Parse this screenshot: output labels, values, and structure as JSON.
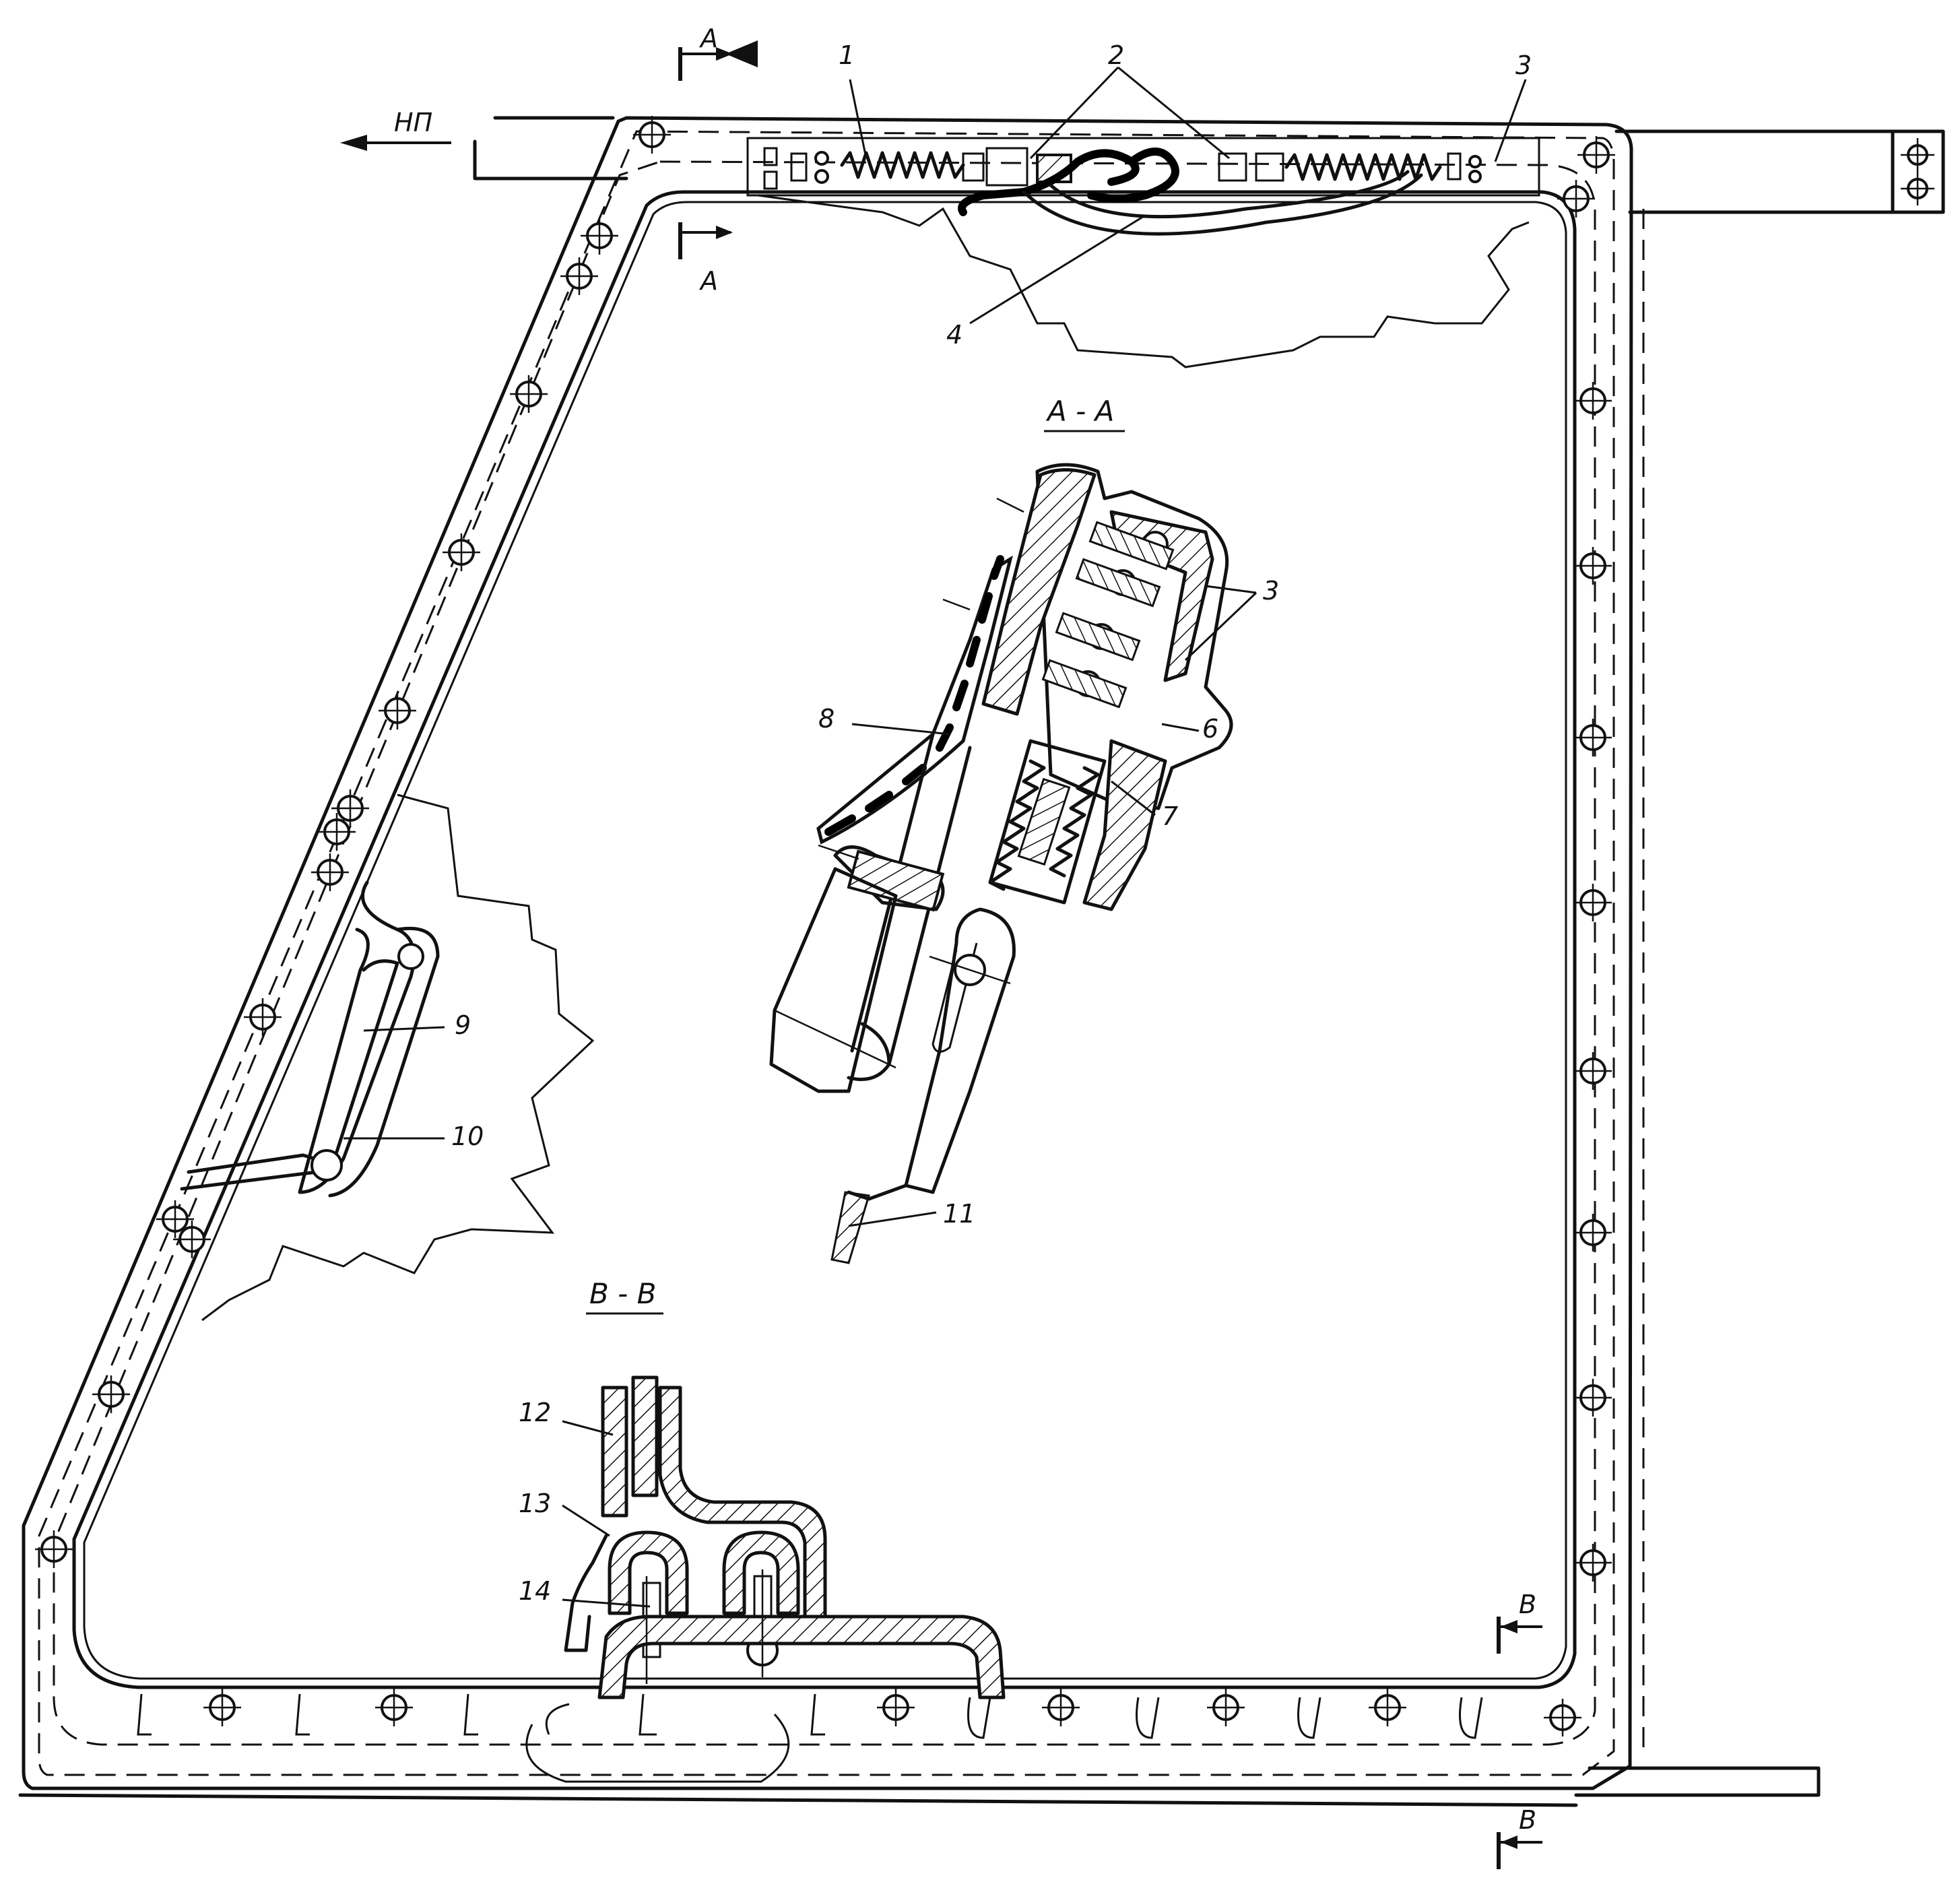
{
  "direction_label": "НП",
  "section_aa": {
    "title": "А - А",
    "cut_letter": "А"
  },
  "section_bb": {
    "title": "В - В",
    "cut_letter": "В"
  },
  "callouts": [
    {
      "id": "1",
      "text": "1"
    },
    {
      "id": "2",
      "text": "2"
    },
    {
      "id": "3",
      "text": "3"
    },
    {
      "id": "4",
      "text": "4"
    },
    {
      "id": "3b",
      "text": "3"
    },
    {
      "id": "6",
      "text": "6"
    },
    {
      "id": "7",
      "text": "7"
    },
    {
      "id": "8",
      "text": "8"
    },
    {
      "id": "9",
      "text": "9"
    },
    {
      "id": "10",
      "text": "10"
    },
    {
      "id": "11",
      "text": "11"
    },
    {
      "id": "12",
      "text": "12"
    },
    {
      "id": "13",
      "text": "13"
    },
    {
      "id": "14",
      "text": "14"
    }
  ]
}
